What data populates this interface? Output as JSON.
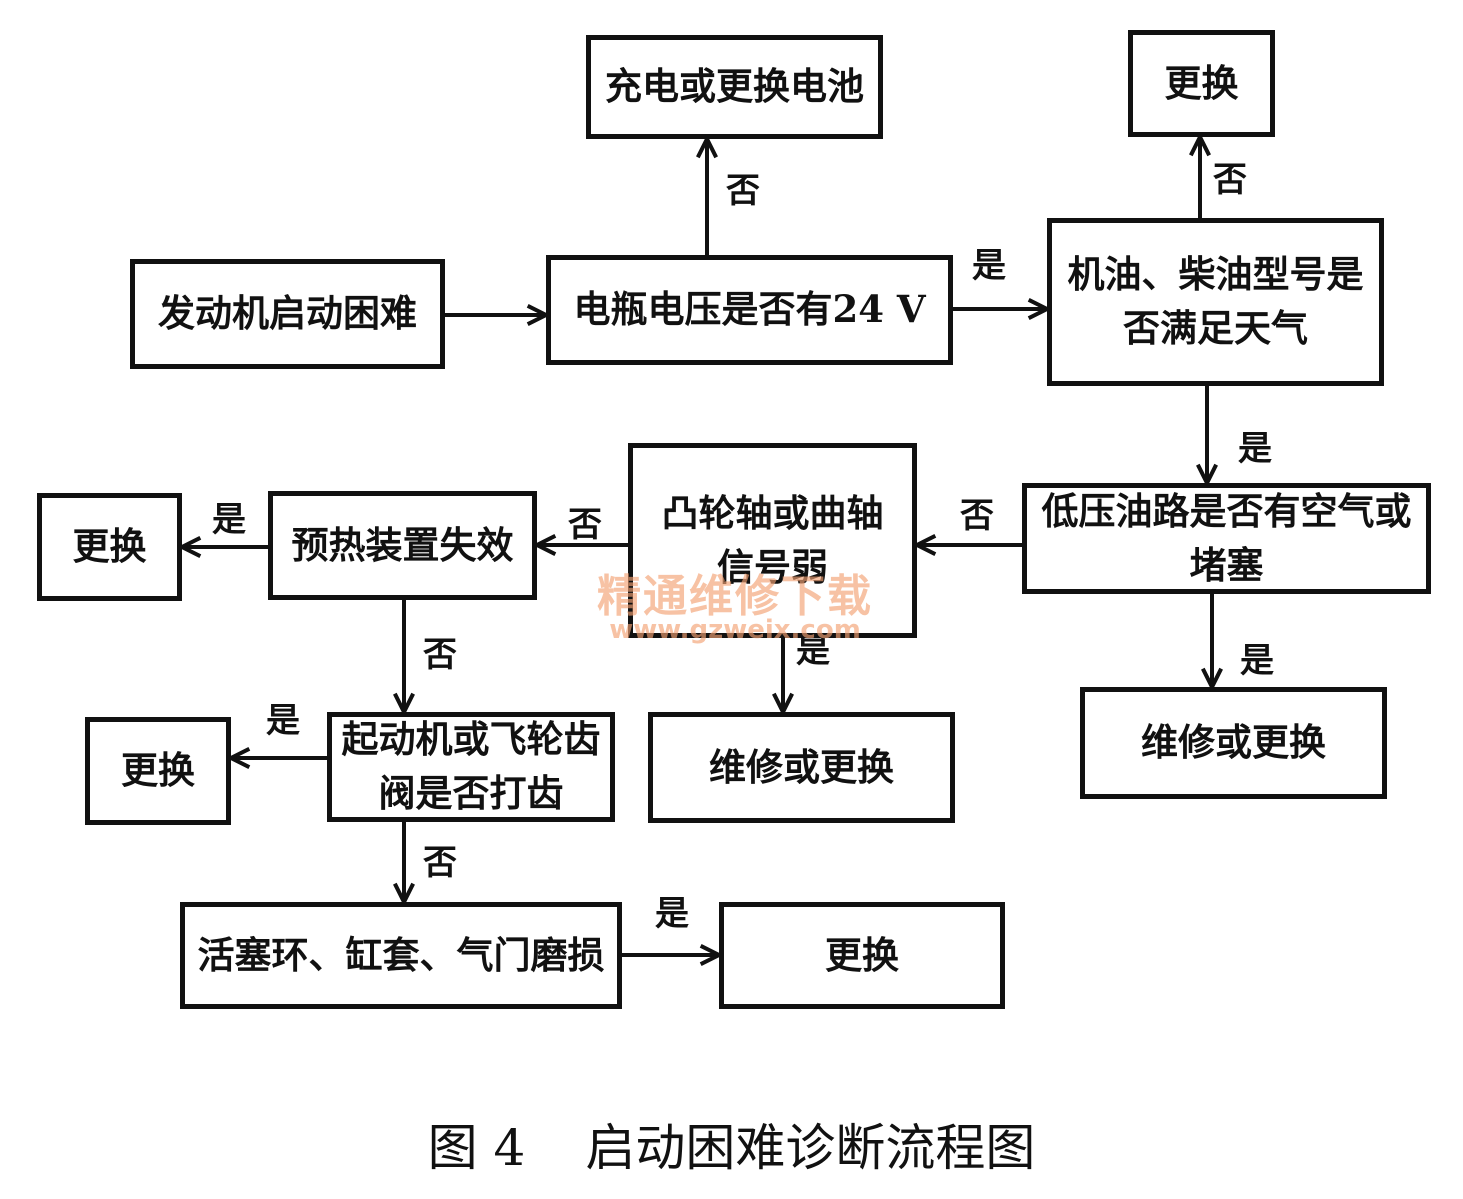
{
  "nodes": {
    "start": "发动机启动困难",
    "battery_check": "电瓶电压是否有24 V",
    "charge_replace": "充电或更换电池",
    "oil_check_l1": "机油、柴油型号是",
    "oil_check_l2": "否满足天气",
    "replace_oil": "更换",
    "low_pressure_check": "低压油路是否有空气或堵塞",
    "repair_replace_lp": "维修或更换",
    "camshaft_check_l1": "凸轮轴或曲轴",
    "camshaft_check_l2": "信号弱",
    "repair_replace_cam": "维修或更换",
    "preheat_check": "预热装置失效",
    "replace_preheat": "更换",
    "starter_check_l1": "起动机或飞轮齿",
    "starter_check_l2": "阀是否打齿",
    "replace_starter": "更换",
    "wear_check": "活塞环、缸套、气门磨损",
    "replace_wear": "更换"
  },
  "edge_labels": {
    "yes": "是",
    "no": "否"
  },
  "watermark": {
    "line1": "精通维修下载",
    "line2": "www.gzweix.com"
  },
  "caption": {
    "figure": "图 4",
    "title": "启动困难诊断流程图"
  }
}
